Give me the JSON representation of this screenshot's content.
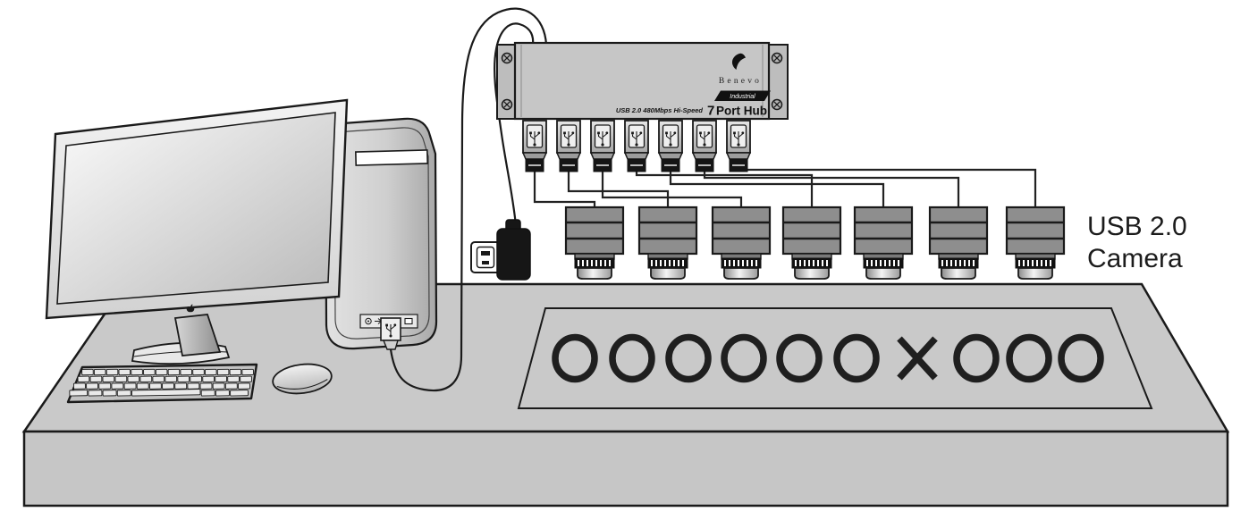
{
  "diagram": {
    "background": "#ffffff",
    "line_color": "#1a1a1a",
    "table_color": "#c9c9c9",
    "hub": {
      "brand": "Benevo",
      "logo_icon": "leaf-swirl-icon",
      "speed_label": "USB 2.0 480Mbps Hi-Speed",
      "badge": "Industrial",
      "port_number": "7",
      "port_label": "Port Hub",
      "usb_ports": 7,
      "body_color": "#c6c6c6",
      "bracket_color": "#bdbdbd"
    },
    "cameras": {
      "count": 7,
      "label_line1": "USB 2.0",
      "label_line2": "Camera",
      "body_color": "#8e8e8e"
    },
    "panel_symbols": [
      "O",
      "O",
      "O",
      "O",
      "O",
      "O",
      "X",
      "O",
      "O",
      "O"
    ],
    "computer": {
      "monitor": "imac-style-monitor",
      "monitor_logo_icon": "apple-logo-icon",
      "tower": "desktop-tower",
      "tower_port_icon": "usb-trident-icon",
      "keyboard": "keyboard",
      "mouse": "mouse"
    },
    "power": {
      "outlet": "wall-outlet",
      "adapter": "power-adapter"
    }
  }
}
